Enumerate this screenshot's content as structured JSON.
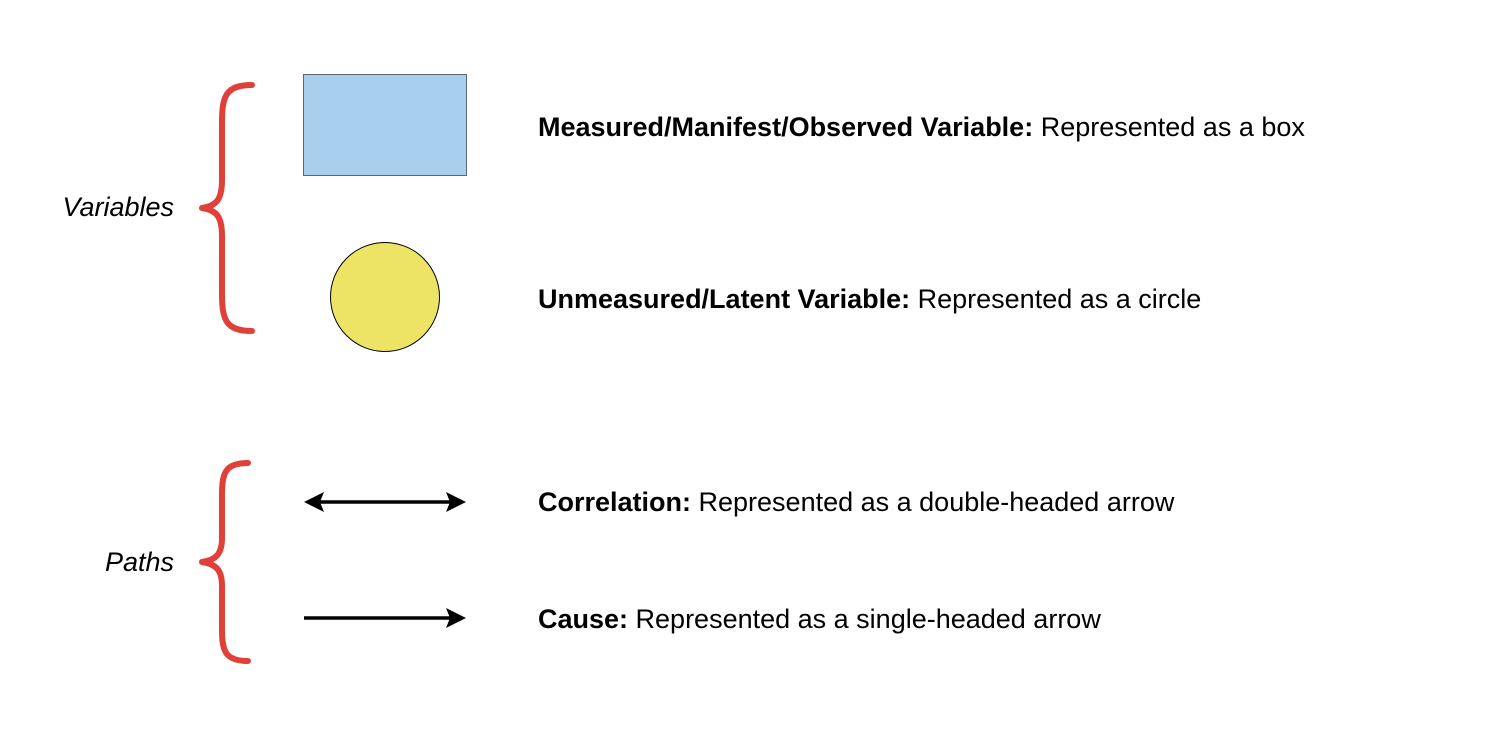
{
  "colors": {
    "brace": "#e0403a",
    "box_fill": "#a8cfee",
    "circle_fill": "#ede465",
    "arrow": "#000000"
  },
  "groups": [
    {
      "label": "Variables",
      "items": [
        {
          "symbol": "box-icon",
          "term": "Measured/Manifest/Observed Variable:",
          "description": " Represented as a box"
        },
        {
          "symbol": "circle-icon",
          "term": "Unmeasured/Latent Variable:",
          "description": " Represented as a circle"
        }
      ]
    },
    {
      "label": "Paths",
      "items": [
        {
          "symbol": "double-headed-arrow-icon",
          "term": "Correlation:",
          "description": " Represented as a double-headed arrow"
        },
        {
          "symbol": "single-headed-arrow-icon",
          "term": "Cause:",
          "description": " Represented as a single-headed arrow"
        }
      ]
    }
  ]
}
